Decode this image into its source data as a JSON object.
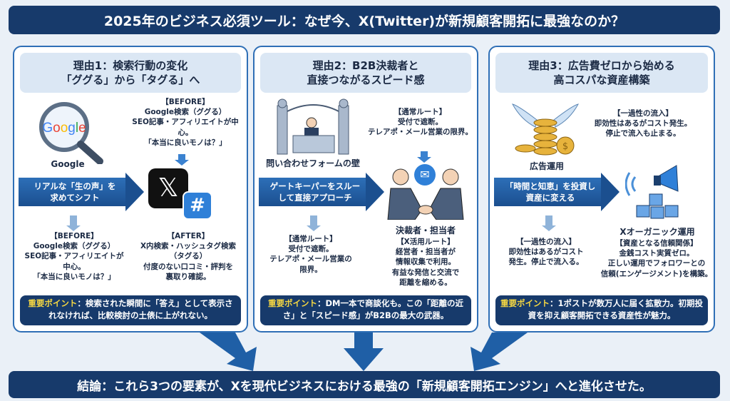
{
  "title": "2025年のビジネス必須ツール：なぜ今、X(Twitter)が新規顧客開拓に最強なのか？",
  "panels": [
    {
      "heading": [
        "理由1：検索行動の変化",
        "「ググる」から「タグる」へ"
      ],
      "icon_label": "Google",
      "logo_text": "Google",
      "top_note": [
        "【BEFORE】",
        "Google検索（ググる）",
        "SEO記事・アフィリエイトが中心。",
        "「本当に良いモノは？」"
      ],
      "arrow": [
        "リアルな「生の声」を",
        "求めてシフト"
      ],
      "before": [
        "【BEFORE】",
        "Google検索（ググる）",
        "SEO記事・アフィリエイトが",
        "中心。",
        "「本当に良いモノは？」"
      ],
      "after": [
        "【AFTER】",
        "X内検索・ハッシュタグ検索",
        "（タグる）",
        "付度のない口コミ・評判を",
        "裏取り確認。"
      ],
      "point_key": "重要ポイント",
      "point": "：検索された瞬間に「答え」として表示されなければ、比較検討の土俵に上がれない。"
    },
    {
      "heading": [
        "理由2：B2B決裁者と",
        "直接つながるスピード感"
      ],
      "icon_label": "問い合わせフォームの壁",
      "top_note": [
        "【通常ルート】",
        "受付で遮断。",
        "テレアポ・メール営業の限界。"
      ],
      "arrow": [
        "ゲートキーパーをスルー",
        "して直接アプローチ"
      ],
      "before": [
        "【通常ルート】",
        "受付で遮断。",
        "テレアポ・メール営業の",
        "限界。"
      ],
      "after_label": "決裁者・担当者",
      "after": [
        "【X活用ルート】",
        "経営者・担当者が",
        "情報収集で利用。",
        "有益な発信と交流で",
        "距離を縮める。"
      ],
      "point_key": "重要ポイント",
      "point": "：DM一本で商談化も。この「距離の近さ」と「スピード感」がB2Bの最大の武器。"
    },
    {
      "heading": [
        "理由3：広告費ゼロから始める",
        "高コスパな資産構築"
      ],
      "icon_label": "広告運用",
      "top_note": [
        "【一過性の流入】",
        "即効性はあるがコスト発生。",
        "停止で流入も止まる。"
      ],
      "arrow": [
        "「時間と知恵」を投資し",
        "資産に変える"
      ],
      "before": [
        "【一過性の流入】",
        "即効性はあるがコスト",
        "発生。停止で流入る。"
      ],
      "after_label": "Xオーガニック運用",
      "after": [
        "【資産となる信頼関係】",
        "金銭コスト実質ゼロ。",
        "正しい運用でフォロワーとの",
        "信頼(エンゲージメント)を構築。"
      ],
      "point_key": "重要ポイント",
      "point": "：1ポストが数万人に届く拡散力。初期投資を抑え顧客開拓できる資産性が魅力。"
    }
  ],
  "conclusion": "結論：これら3つの要素が、Xを現代ビジネスにおける最強の「新規顧客開拓エンジン」へと進化させた。",
  "colors": {
    "navy": "#173a6b",
    "blue": "#2f6fb6",
    "accent": "#f5d742"
  }
}
